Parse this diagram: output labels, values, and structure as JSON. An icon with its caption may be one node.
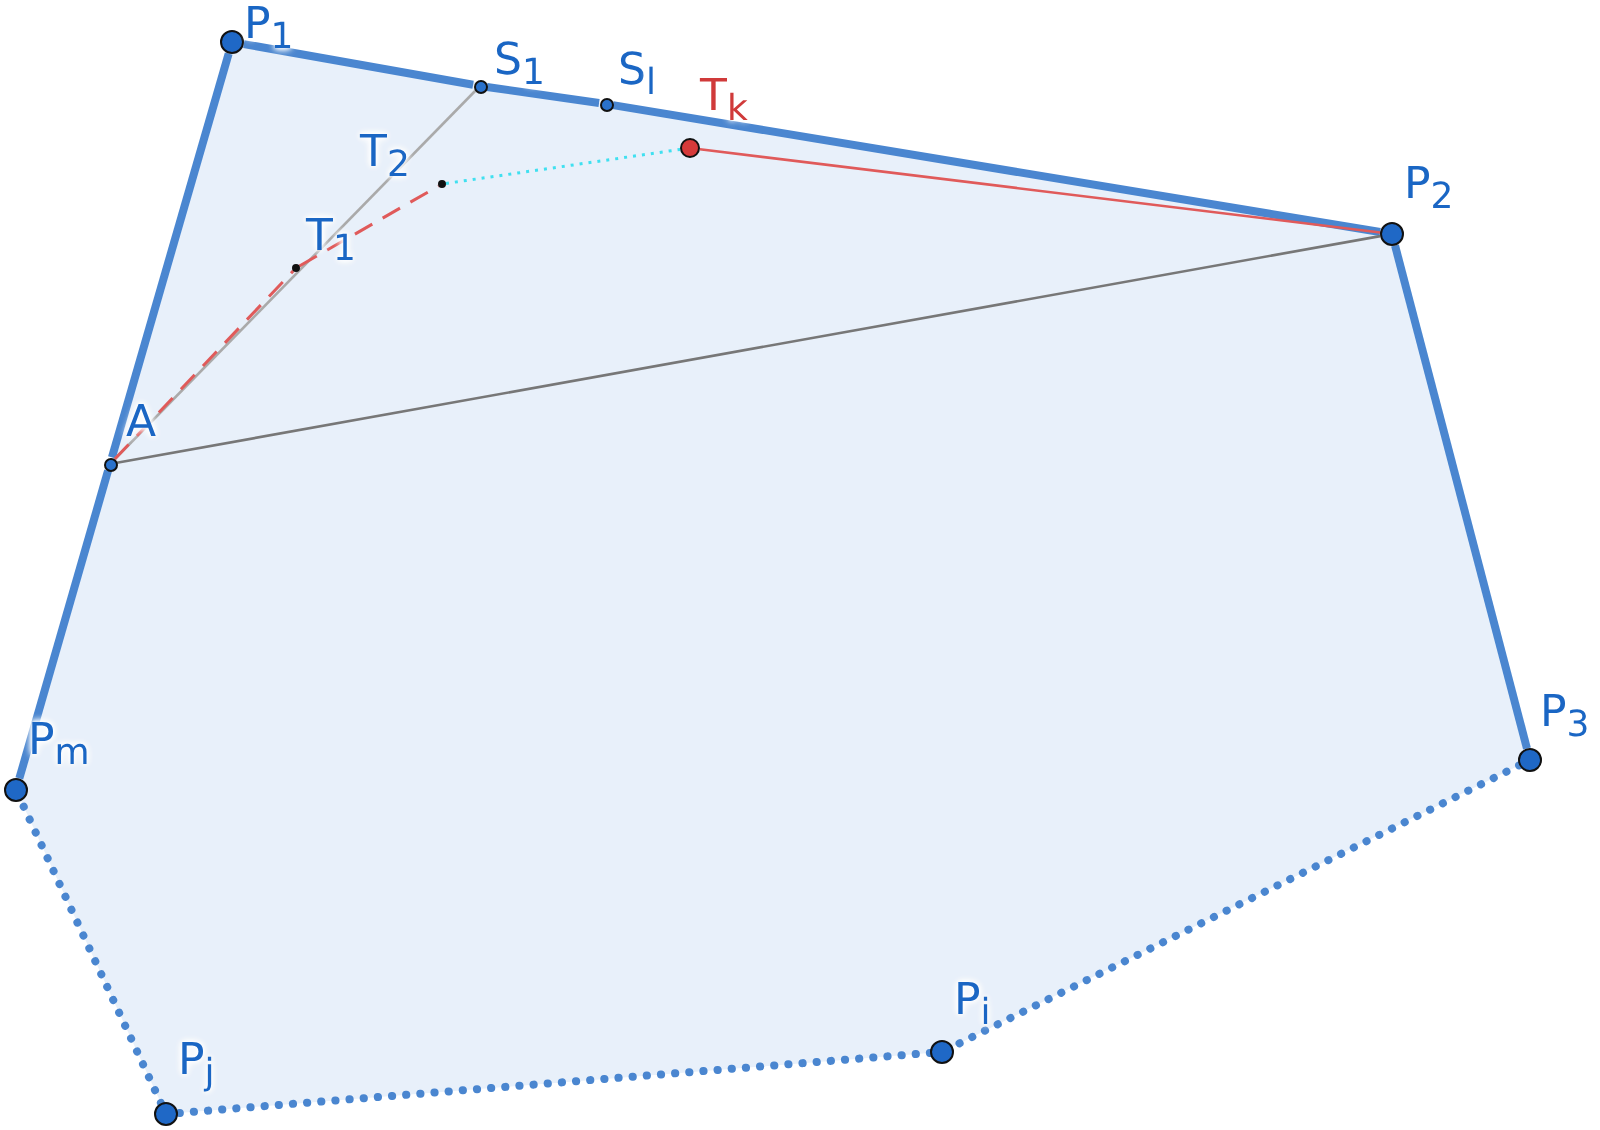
{
  "diagram": {
    "nodes": [
      {
        "text": [
          "P$_{1}$"
        ]
      },
      {
        "text": [
          "S$_{1}$"
        ]
      },
      {
        "text": [
          "S$_{l}$"
        ]
      },
      {
        "text": [
          "T$_{k}$"
        ]
      },
      {
        "text": [
          "P$_{2}$"
        ]
      },
      {
        "text": [
          "T$_{2}$"
        ]
      },
      {
        "text": [
          "T$_{1}$"
        ]
      },
      {
        "text": [
          "A"
        ]
      },
      {
        "text": [
          "P$_{m}$"
        ]
      },
      {
        "text": [
          "P$_{3}$"
        ]
      },
      {
        "text": [
          "P$_{i}$"
        ]
      },
      {
        "text": [
          "P$_{j}$"
        ]
      }
    ],
    "edges": [
      {
        "from": 0,
        "to": 1,
        "arrow": "none"
      },
      {
        "from": 1,
        "to": 2,
        "arrow": "none"
      },
      {
        "from": 2,
        "to": 4,
        "arrow": "none"
      },
      {
        "from": 4,
        "to": 9,
        "arrow": "none"
      },
      {
        "from": 9,
        "to": 10,
        "arrow": "none",
        "style": "dashed"
      },
      {
        "from": 10,
        "to": 11,
        "arrow": "none",
        "style": "dashed"
      },
      {
        "from": 11,
        "to": 8,
        "arrow": "none",
        "style": "dashed"
      },
      {
        "from": 8,
        "to": 7,
        "arrow": "none"
      },
      {
        "from": 7,
        "to": 0,
        "arrow": "none"
      },
      {
        "from": 7,
        "to": 4,
        "arrow": "none",
        "color": "#777777"
      },
      {
        "from": 7,
        "to": 1,
        "arrow": "none",
        "color": "#aaaaaa"
      },
      {
        "from": 7,
        "to": 6,
        "arrow": "none",
        "style": "dashed",
        "color": "#e05a5a"
      },
      {
        "from": 6,
        "to": 5,
        "arrow": "none",
        "style": "dashed",
        "color": "#e05a5a"
      },
      {
        "from": 5,
        "to": 3,
        "arrow": "none",
        "style": "dashed",
        "color": "#40e0f0"
      },
      {
        "from": 3,
        "to": 4,
        "arrow": "none",
        "color": "#e05a5a"
      }
    ]
  }
}
